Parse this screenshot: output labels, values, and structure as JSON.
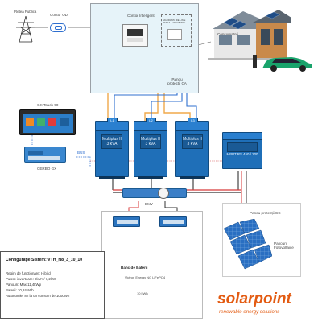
{
  "labels": {
    "grid": "Retea Publica",
    "meter": "Contor OD",
    "smart_meter": "Contor Inteligent",
    "cb_label": "SIGURANTA DE LINIE RETEA + ANTI-BOIRE",
    "consumers": "Consumatori",
    "ac_panel": "Panou protecții CA",
    "gx_touch": "GX Touch 50",
    "cerbo": "CERBO GX",
    "bus": "BUS",
    "bms": "BMV",
    "dc_panel": "Panou protecții CC",
    "pv": "Panouri Fotovoltaice",
    "battery_title": "Banc de Baterii",
    "battery_model": "Victron Energy NG LiFePO4",
    "battery_capacity": "10 kWh"
  },
  "inverters": [
    {
      "phase": "L1",
      "name": "Multiplus II 3 kVA"
    },
    {
      "phase": "L2",
      "name": "Multiplus II 3 kVA"
    },
    {
      "phase": "L3",
      "name": "Multiplus II 3 kVA"
    }
  ],
  "mppt": {
    "name": "MPPT RS 450 / 200"
  },
  "config": {
    "title": "Configurație Sistem: VTH_N8_3_10_10",
    "lines": [
      "Regim de funcționare: Hibrid",
      "Putere invertoare: 9kVA / 7,2kW",
      "Panouri: Max 11,4kWp",
      "Baterii: 10,24kWh",
      "Autonomie: 8h la un consum de 1000Wh"
    ]
  },
  "brand": {
    "name": "solarpoint",
    "tagline": "renewable energy solutions",
    "color": "#e35b12"
  },
  "colors": {
    "ac_line": "#f0a94a",
    "dc_line": "#d83a3a",
    "bus_line": "#2f6fcf",
    "panel_bg": "#e6f3f9",
    "inverter": "#1f6fb8"
  }
}
